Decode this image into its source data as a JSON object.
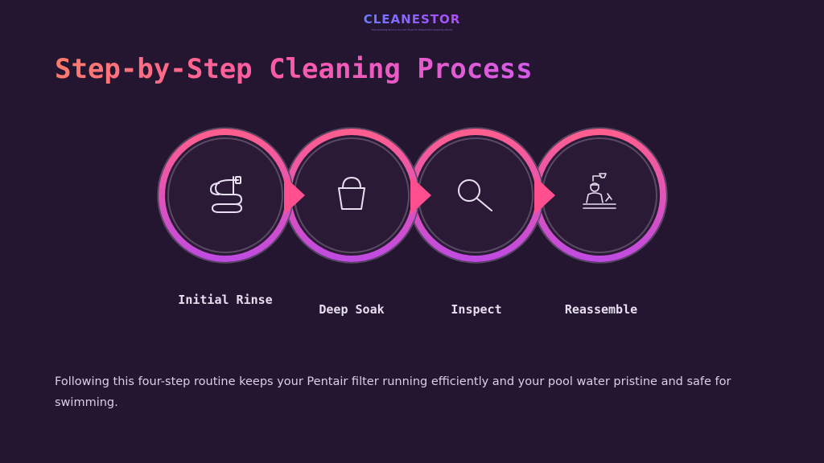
{
  "brand": {
    "name": "CLEANESTOR",
    "tagline": "The Cleaning Source You Can Trust For Expert Pool Cleaning Advice"
  },
  "title": "Step-by-Step Cleaning Process",
  "steps": [
    {
      "label": "Initial Rinse",
      "icon": "hose-icon"
    },
    {
      "label": "Deep Soak",
      "icon": "bucket-icon"
    },
    {
      "label": "Inspect",
      "icon": "magnifier-icon"
    },
    {
      "label": "Reassemble",
      "icon": "technician-icon"
    }
  ],
  "description": "Following this four-step routine keeps your Pentair filter running efficiently and your pool water pristine and safe for swimming.",
  "colors": {
    "background": "#241630",
    "ring_top": "#ff5e8e",
    "ring_bottom": "#c04be0",
    "circle_fill": "#2a1a36",
    "icon_stroke": "#e8e0f0"
  }
}
